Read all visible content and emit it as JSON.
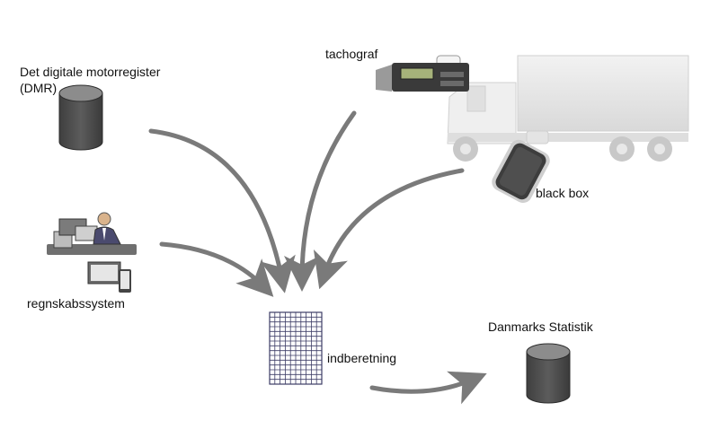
{
  "nodes": {
    "dmr": {
      "label_line1": "Det digitale motorregister",
      "label_line2": "(DMR)"
    },
    "tachograph": {
      "label": "tachograf"
    },
    "black_box": {
      "label": "black box"
    },
    "accounting": {
      "label": "regnskabssystem"
    },
    "report": {
      "label": "indberetning"
    },
    "statistics": {
      "label": "Danmarks Statistik"
    }
  },
  "colors": {
    "arrow": "#7a7a7a",
    "database": "#505050",
    "database_top": "#8c8c8c",
    "truck": "#e6e6e6",
    "grid_line": "#3d3d66"
  },
  "icons": {
    "dmr": "database-icon",
    "tachograph": "tachograph-icon",
    "truck": "truck-icon",
    "black_box": "black-box-device-icon",
    "accounting": "office-worker-computer-icon",
    "report": "grid-form-icon",
    "statistics": "database-icon"
  }
}
